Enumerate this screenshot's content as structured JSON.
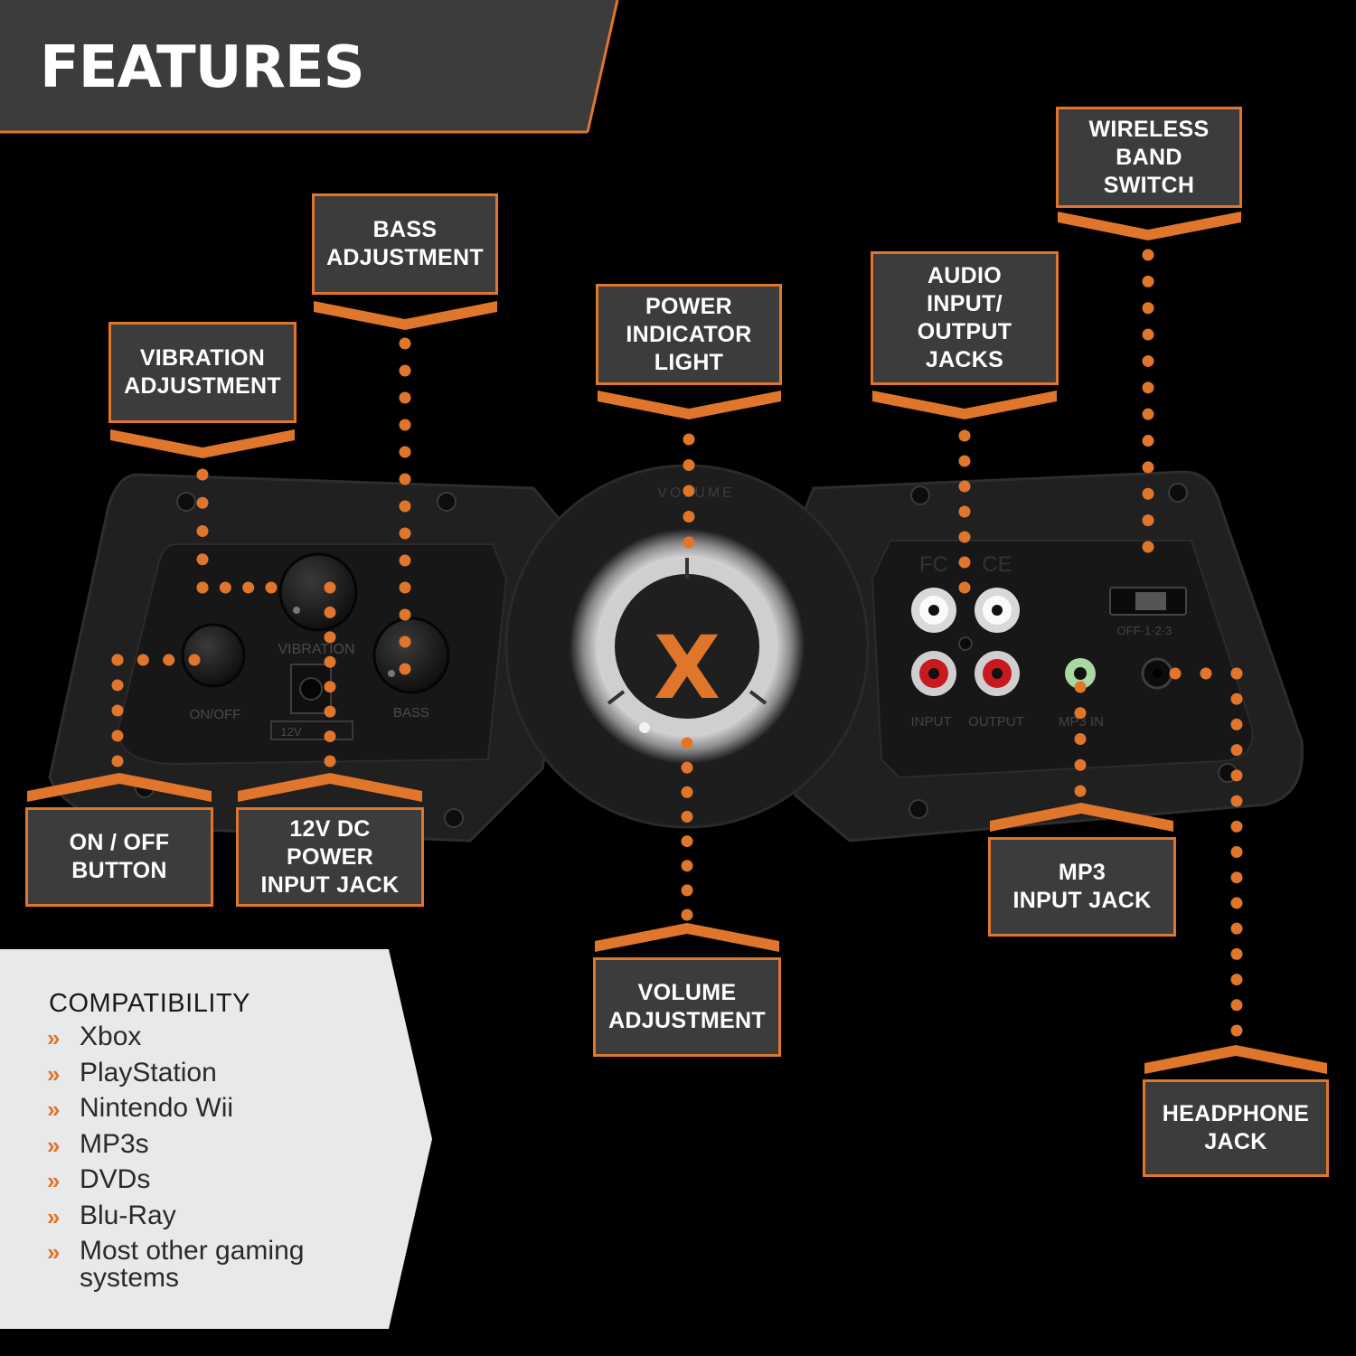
{
  "header": {
    "title": "FEATURES"
  },
  "callouts": {
    "wireless": "WIRELESS\nBAND\nSWITCH",
    "bass": "BASS\nADJUSTMENT",
    "vibration": "VIBRATION\nADJUSTMENT",
    "power_light": "POWER\nINDICATOR\nLIGHT",
    "audio_io": "AUDIO\nINPUT/\nOUTPUT\nJACKS",
    "on_off": "ON / OFF\nBUTTON",
    "dc_jack": "12V DC\nPOWER\nINPUT JACK",
    "volume": "VOLUME\nADJUSTMENT",
    "mp3": "MP3\nINPUT JACK",
    "headphone": "HEADPHONE\nJACK"
  },
  "panel_labels": {
    "vibration": "VIBRATION",
    "on_off": "ON/OFF",
    "bass": "BASS",
    "dc": "12V",
    "volume_ring": "VOLUME",
    "fcc": "FC",
    "ce": "CE",
    "input": "INPUT",
    "output": "OUTPUT",
    "mp3_in": "MP3 IN",
    "switch_positions": "OFF·1·2·3",
    "logo": "X"
  },
  "compatibility": {
    "title": "COMPATIBILITY",
    "items": [
      "Xbox",
      "PlayStation",
      "Nintendo Wii",
      "MP3s",
      "DVDs",
      "Blu-Ray",
      "Most other gaming systems"
    ]
  },
  "colors": {
    "accent": "#e0762b",
    "box": "#3c3c3c",
    "panel": "#1c1c1c",
    "background": "#000000"
  }
}
